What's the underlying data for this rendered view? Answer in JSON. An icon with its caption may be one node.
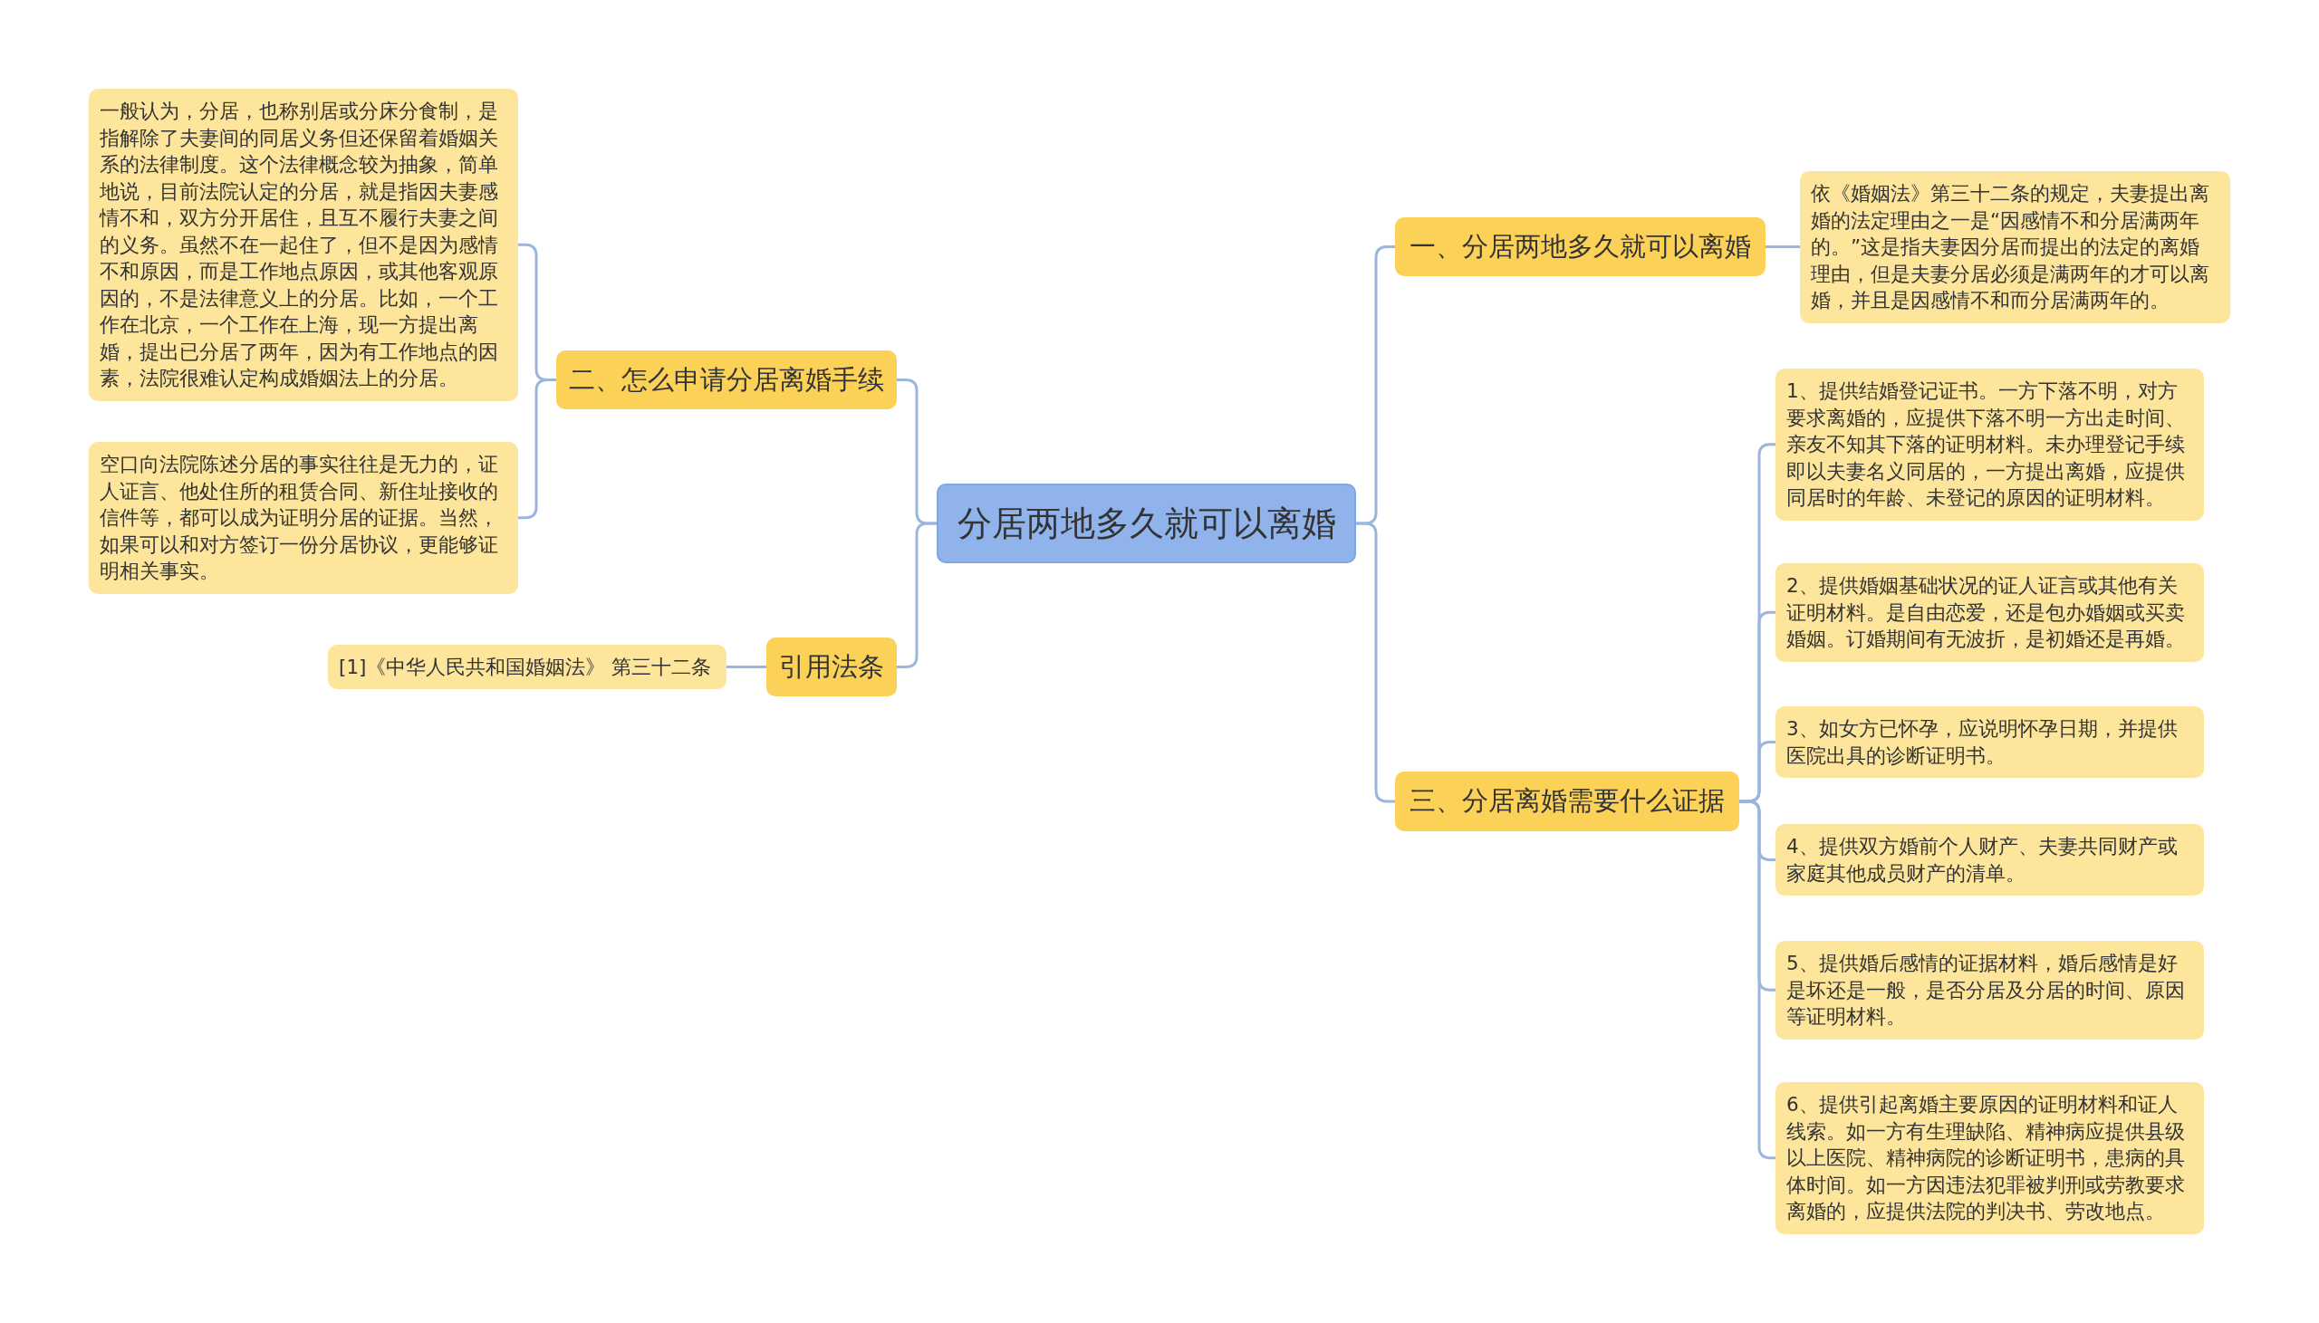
{
  "diagram": {
    "nodes": [
      {
        "text": [
          "分居两地多久就可以离婚"
        ]
      },
      {
        "text": [
          "一、分居两地多久就可以离婚"
        ]
      },
      {
        "text": [
          "依《婚姻法》第三十二条的规定，夫妻提出离婚的法定理由之一是“因感情不和分居满两年的。”这是指夫妻因分居而提出的法定的离婚理由，但是夫妻分居必须是满两年的才可以离婚，并且是因感情不和而分居满两年的。"
        ]
      },
      {
        "text": [
          "三、分居离婚需要什么证据"
        ]
      },
      {
        "text": [
          "1、提供结婚登记证书。一方下落不明，对方要求离婚的，应提供下落不明一方出走时间、亲友不知其下落的证明材料。未办理登记手续即以夫妻名义同居的，一方提出离婚，应提供同居时的年龄、未登记的原因的证明材料。"
        ]
      },
      {
        "text": [
          "2、提供婚姻基础状况的证人证言或其他有关证明材料。是自由恋爱，还是包办婚姻或买卖婚姻。订婚期间有无波折，是初婚还是再婚。"
        ]
      },
      {
        "text": [
          "3、如女方已怀孕，应说明怀孕日期，并提供医院出具的诊断证明书。"
        ]
      },
      {
        "text": [
          "4、提供双方婚前个人财产、夫妻共同财产或家庭其他成员财产的清单。"
        ]
      },
      {
        "text": [
          "5、提供婚后感情的证据材料，婚后感情是好是坏还是一般，是否分居及分居的时间、原因等证明材料。"
        ]
      },
      {
        "text": [
          "6、提供引起离婚主要原因的证明材料和证人线索。如一方有生理缺陷、精神病应提供县级以上医院、精神病院的诊断证明书，患病的具体时间。如一方因违法犯罪被判刑或劳教要求离婚的，应提供法院的判决书、劳改地点。"
        ]
      },
      {
        "text": [
          "二、怎么申请分居离婚手续"
        ]
      },
      {
        "text": [
          "一般认为，分居，也称别居或分床分食制，是指解除了夫妻间的同居义务但还保留着婚姻关系的法律制度。这个法律概念较为抽象，简单地说，目前法院认定的分居，就是指因夫妻感情不和，双方分开居住，且互不履行夫妻之间的义务。虽然不在一起住了，但不是因为感情不和原因，而是工作地点原因，或其他客观原因的，不是法律意义上的分居。比如，一个工作在北京，一个工作在上海，现一方提出离婚，提出已分居了两年，因为有工作地点的因素，法院很难认定构成婚姻法上的分居。"
        ]
      },
      {
        "text": [
          "空口向法院陈述分居的事实往往是无力的，证人证言、他处住所的租赁合同、新住址接收的信件等，都可以成为证明分居的证据。当然，如果可以和对方签订一份分居协议，更能够证明相关事实。"
        ]
      },
      {
        "text": [
          "引用法条"
        ]
      },
      {
        "text": [
          "[1]《中华人民共和国婚姻法》 第三十二条"
        ]
      }
    ],
    "edges": [
      {
        "from": 0,
        "to": 1,
        "arrow": "none"
      },
      {
        "from": 1,
        "to": 2,
        "arrow": "none"
      },
      {
        "from": 0,
        "to": 3,
        "arrow": "none"
      },
      {
        "from": 3,
        "to": 4,
        "arrow": "none"
      },
      {
        "from": 3,
        "to": 5,
        "arrow": "none"
      },
      {
        "from": 3,
        "to": 6,
        "arrow": "none"
      },
      {
        "from": 3,
        "to": 7,
        "arrow": "none"
      },
      {
        "from": 3,
        "to": 8,
        "arrow": "none"
      },
      {
        "from": 3,
        "to": 9,
        "arrow": "none"
      },
      {
        "from": 0,
        "to": 10,
        "arrow": "none"
      },
      {
        "from": 10,
        "to": 11,
        "arrow": "none"
      },
      {
        "from": 10,
        "to": 12,
        "arrow": "none"
      },
      {
        "from": 0,
        "to": 13,
        "arrow": "none"
      },
      {
        "from": 13,
        "to": 14,
        "arrow": "none"
      }
    ]
  }
}
